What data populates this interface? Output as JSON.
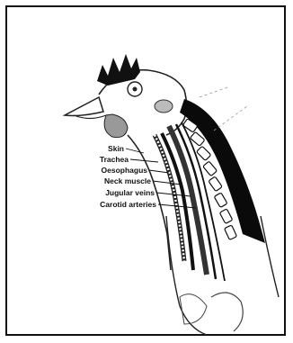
{
  "diagram": {
    "labels": [
      {
        "id": "skin",
        "text": "Skin"
      },
      {
        "id": "trachea",
        "text": "Trachea"
      },
      {
        "id": "oesophagus",
        "text": "Oesophagus"
      },
      {
        "id": "neck-muscle",
        "text": "Neck muscle"
      },
      {
        "id": "jugular-veins",
        "text": "Jugular veins"
      },
      {
        "id": "carotid-arteries",
        "text": "Carotid arteries"
      }
    ]
  }
}
